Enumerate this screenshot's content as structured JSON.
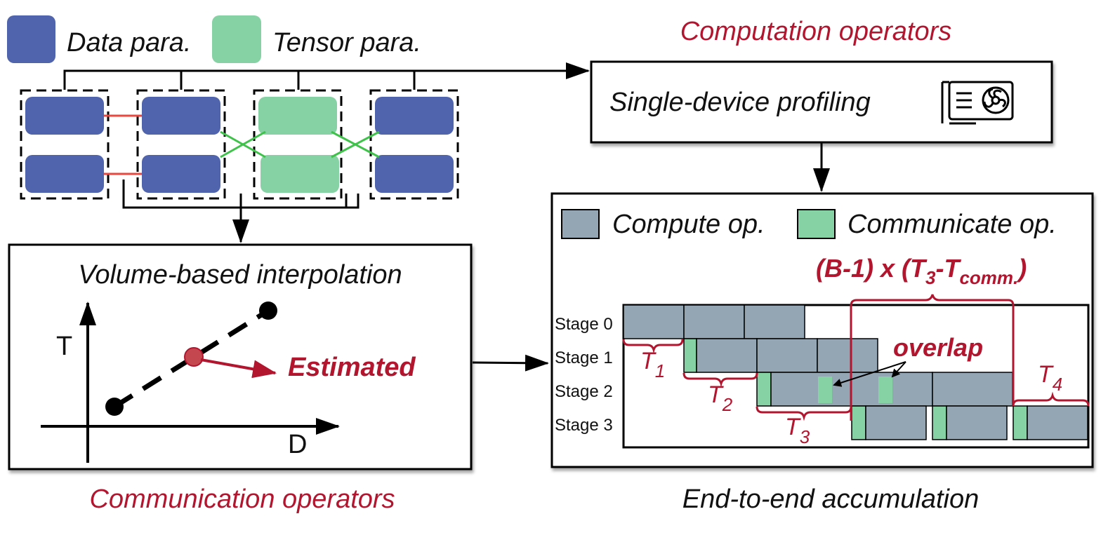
{
  "legend": {
    "data_para": "Data para.",
    "tensor_para": "Tensor para."
  },
  "computation": {
    "title": "Computation operators",
    "profiling_label": "Single-device profiling"
  },
  "communication": {
    "title": "Communication operators",
    "interp_title": "Volume-based interpolation",
    "axis_y": "T",
    "axis_x": "D",
    "estimated": "Estimated"
  },
  "accumulation": {
    "title": "End-to-end accumulation",
    "legend_compute": "Compute op.",
    "legend_comm": "Communicate op.",
    "formula_a": "(B-1) x (T",
    "formula_sub1": "3",
    "formula_b": "-T",
    "formula_sub2": "comm.",
    "formula_c": ")",
    "overlap": "overlap",
    "stages": [
      "Stage 0",
      "Stage 1",
      "Stage 2",
      "Stage 3"
    ],
    "t_labels": [
      {
        "main": "T",
        "sub": "1"
      },
      {
        "main": "T",
        "sub": "2"
      },
      {
        "main": "T",
        "sub": "3"
      },
      {
        "main": "T",
        "sub": "4"
      }
    ]
  },
  "colors": {
    "data_para": "#5064ad",
    "tensor_para": "#86d2a4",
    "compute_op": "#94a6b3",
    "comm_op": "#86d2a4",
    "accent_red": "#b2162f",
    "link_red": "#e8483f",
    "link_green": "#3fc24a"
  }
}
